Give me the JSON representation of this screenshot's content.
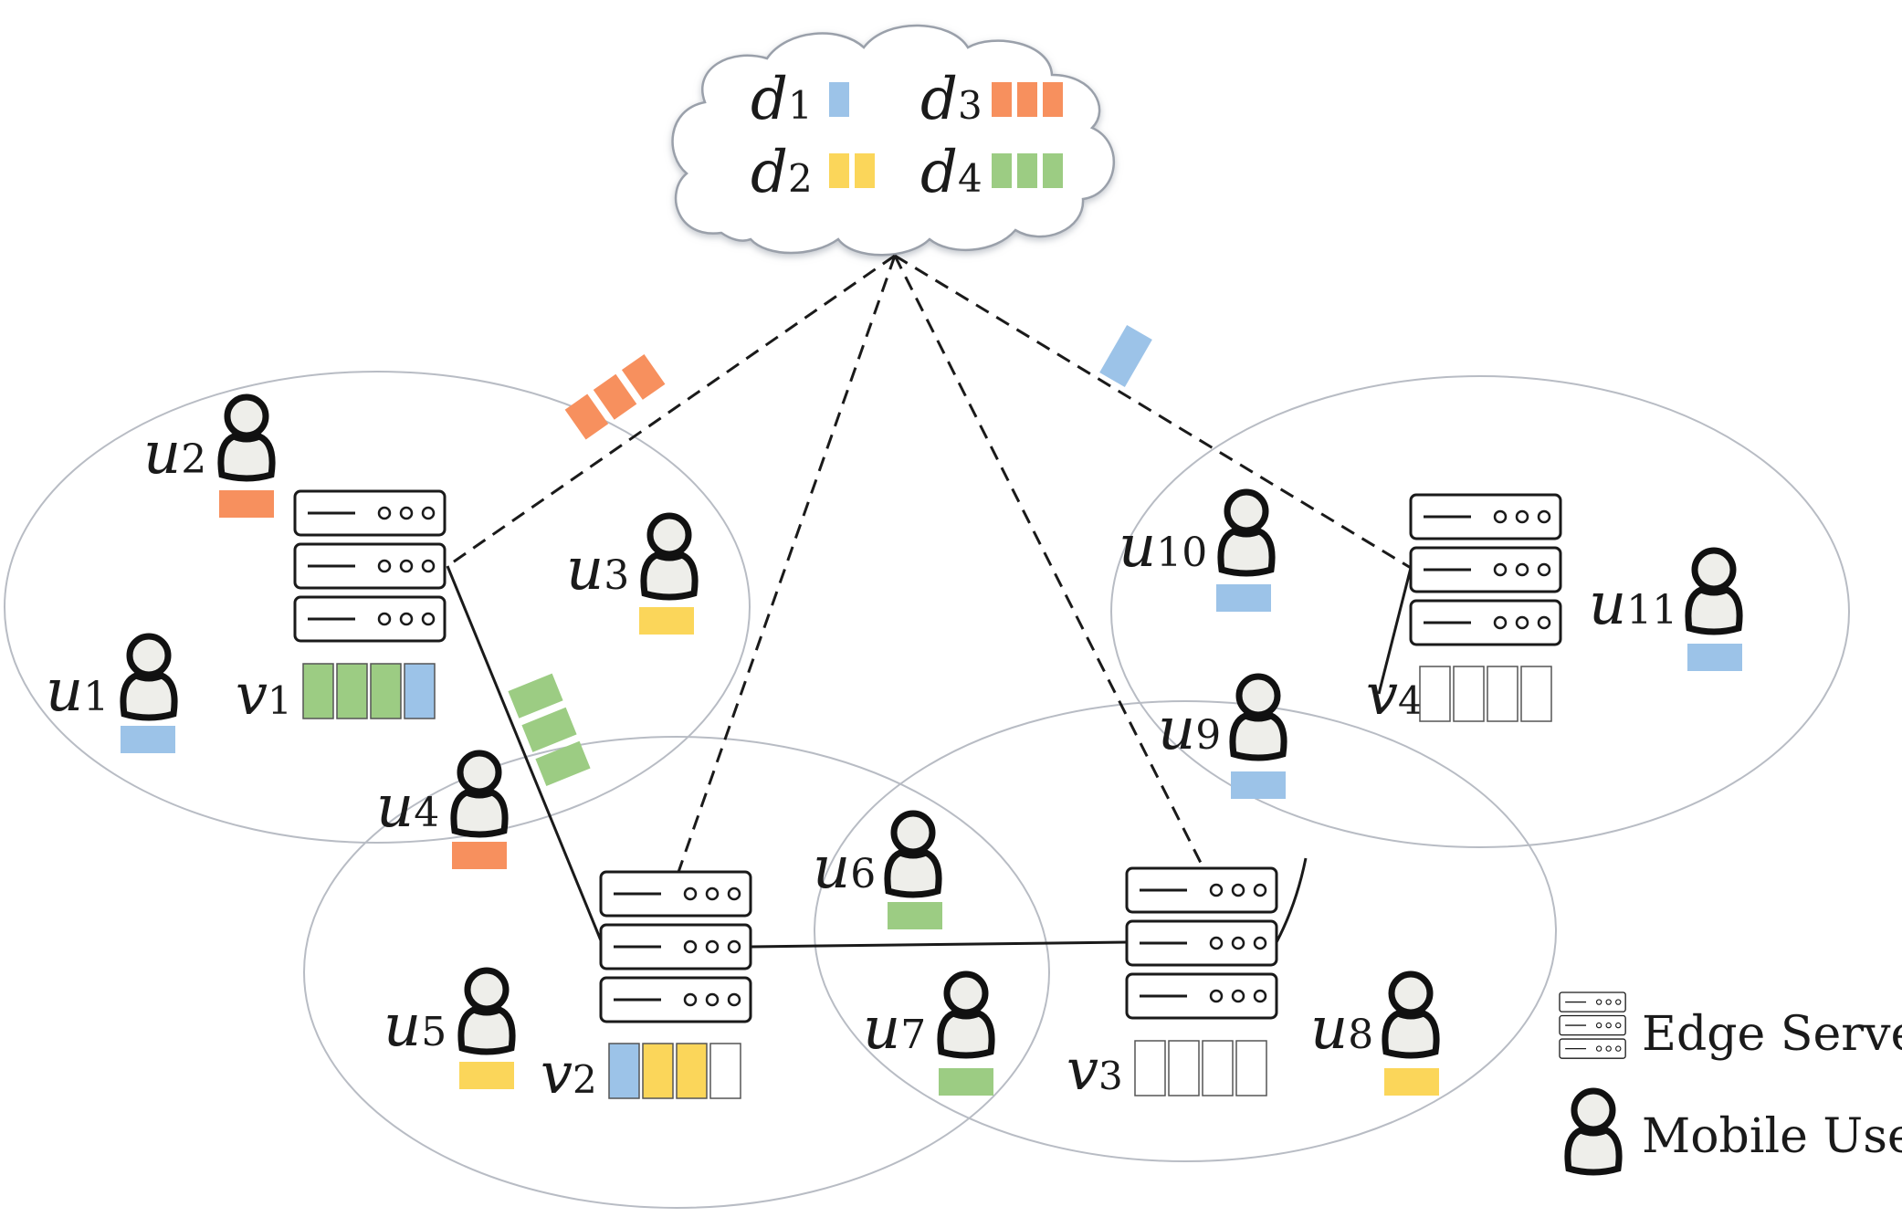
{
  "colors": {
    "d1": "#9cc3e8",
    "d2": "#fbd65a",
    "d3": "#f7905e",
    "d4": "#9ccc83",
    "empty": "#ffffff"
  },
  "cloud": {
    "items": [
      {
        "main": "d",
        "sub": "1",
        "blocks": [
          "d1"
        ]
      },
      {
        "main": "d",
        "sub": "2",
        "blocks": [
          "d2",
          "d2"
        ]
      },
      {
        "main": "d",
        "sub": "3",
        "blocks": [
          "d3",
          "d3",
          "d3"
        ]
      },
      {
        "main": "d",
        "sub": "4",
        "blocks": [
          "d4",
          "d4",
          "d4"
        ]
      }
    ]
  },
  "servers": [
    {
      "main": "v",
      "sub": "1",
      "storage": [
        "d4",
        "d4",
        "d4",
        "d1"
      ]
    },
    {
      "main": "v",
      "sub": "2",
      "storage": [
        "d1",
        "d2",
        "d2",
        "empty"
      ]
    },
    {
      "main": "v",
      "sub": "3",
      "storage": [
        "empty",
        "empty",
        "empty",
        "empty"
      ]
    },
    {
      "main": "v",
      "sub": "4",
      "storage": [
        "empty",
        "empty",
        "empty",
        "empty"
      ]
    }
  ],
  "users": [
    {
      "main": "u",
      "sub": "1",
      "request": "d1"
    },
    {
      "main": "u",
      "sub": "2",
      "request": "d3"
    },
    {
      "main": "u",
      "sub": "3",
      "request": "d2"
    },
    {
      "main": "u",
      "sub": "4",
      "request": "d3"
    },
    {
      "main": "u",
      "sub": "5",
      "request": "d2"
    },
    {
      "main": "u",
      "sub": "6",
      "request": "d4"
    },
    {
      "main": "u",
      "sub": "7",
      "request": "d4"
    },
    {
      "main": "u",
      "sub": "8",
      "request": "d2"
    },
    {
      "main": "u",
      "sub": "9",
      "request": "d1"
    },
    {
      "main": "u",
      "sub": "10",
      "request": "d1"
    },
    {
      "main": "u",
      "sub": "11",
      "request": "d1"
    }
  ],
  "transfers": [
    {
      "link": "cloud-v1",
      "data": "d3"
    },
    {
      "link": "v1-v2",
      "data": "d4"
    },
    {
      "link": "cloud-v4",
      "data": "d1"
    }
  ],
  "legend": {
    "server_label": "Edge Server",
    "user_label": "Mobile User"
  }
}
